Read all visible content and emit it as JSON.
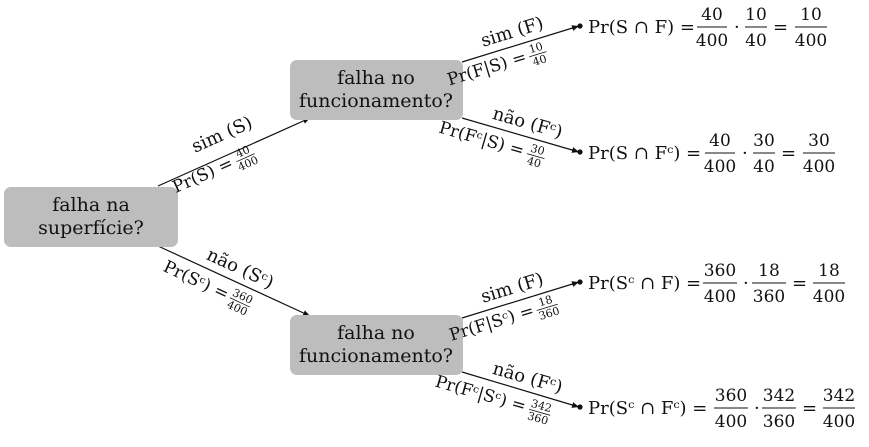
{
  "nodes": {
    "root": {
      "line1": "falha na",
      "line2": "superfície?"
    },
    "upper": {
      "line1": "falha no",
      "line2": "funcionamento?"
    },
    "lower": {
      "line1": "falha no",
      "line2": "funcionamento?"
    }
  },
  "edges": {
    "root_upper": {
      "label": "sim (S)",
      "prob_prefix": "Pr(S) =",
      "num": "40",
      "den": "400"
    },
    "root_lower": {
      "label": "não (Sᶜ)",
      "prob_prefix": "Pr(Sᶜ) =",
      "num": "360",
      "den": "400"
    },
    "upper_1": {
      "label": "sim (F)",
      "prob_prefix": "Pr(F|S) =",
      "num": "10",
      "den": "40"
    },
    "upper_2": {
      "label": "não (Fᶜ)",
      "prob_prefix": "Pr(Fᶜ|S) =",
      "num": "30",
      "den": "40"
    },
    "lower_1": {
      "label": "sim (F)",
      "prob_prefix": "Pr(F|Sᶜ) =",
      "num": "18",
      "den": "360"
    },
    "lower_2": {
      "label": "não (Fᶜ)",
      "prob_prefix": "Pr(Fᶜ|Sᶜ) =",
      "num": "342",
      "den": "360"
    }
  },
  "outcomes": [
    {
      "lhs": "Pr(S ∩ F) =",
      "a_num": "40",
      "a_den": "400",
      "b_num": "10",
      "b_den": "40",
      "r_num": "10",
      "r_den": "400"
    },
    {
      "lhs": "Pr(S ∩ Fᶜ) =",
      "a_num": "40",
      "a_den": "400",
      "b_num": "30",
      "b_den": "40",
      "r_num": "30",
      "r_den": "400"
    },
    {
      "lhs": "Pr(Sᶜ ∩ F) =",
      "a_num": "360",
      "a_den": "400",
      "b_num": "18",
      "b_den": "360",
      "r_num": "18",
      "r_den": "400"
    },
    {
      "lhs": "Pr(Sᶜ ∩ Fᶜ) =",
      "a_num": "360",
      "a_den": "400",
      "b_num": "342",
      "b_den": "360",
      "r_num": "342",
      "r_den": "400"
    }
  ],
  "symbols": {
    "dot": "·",
    "eq": "="
  }
}
